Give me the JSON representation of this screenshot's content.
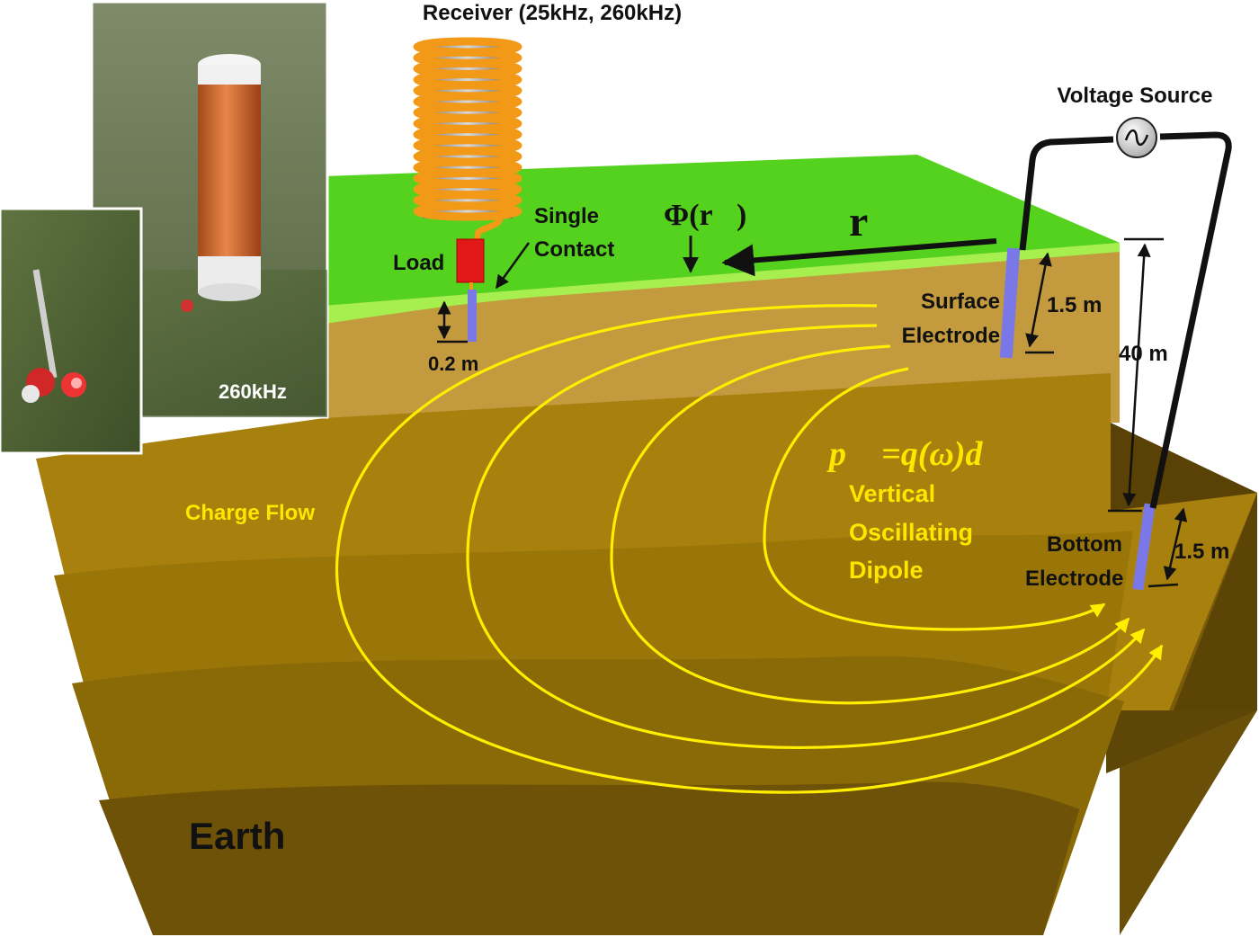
{
  "labels": {
    "receiver": "Receiver (25kHz, 260kHz)",
    "voltage_source": "Voltage Source",
    "single": "Single",
    "contact": "Contact",
    "load": "Load",
    "potential": "Φ(r⃗)",
    "r_vector": "r⃗",
    "surface": "Surface",
    "electrode": "Electrode",
    "surface_depth": "1.5 m",
    "contact_depth": "0.2 m",
    "separation": "40 m",
    "bottom": "Bottom",
    "bottom_electrode": "Electrode",
    "bottom_depth": "1.5 m",
    "dipole_eq": "p⃗ =q(ω)d",
    "dipole_line1": "Vertical",
    "dipole_line2": "Oscillating",
    "dipole_line3": "Dipole",
    "charge_flow": "Charge Flow",
    "earth": "Earth",
    "photo_freq": "260kHz"
  },
  "colors": {
    "grass": "#54d21e",
    "grass_edge": "#a6ef4e",
    "soil_top": "#c39a3e",
    "soil_mid": "#a8800e",
    "soil_dark": "#6e5208",
    "field_lines": "#ffee00",
    "electrode": "#7a78e6",
    "load": "#e01818",
    "coil": "#f5a020"
  },
  "icons": {
    "source": "ac-source-icon"
  }
}
